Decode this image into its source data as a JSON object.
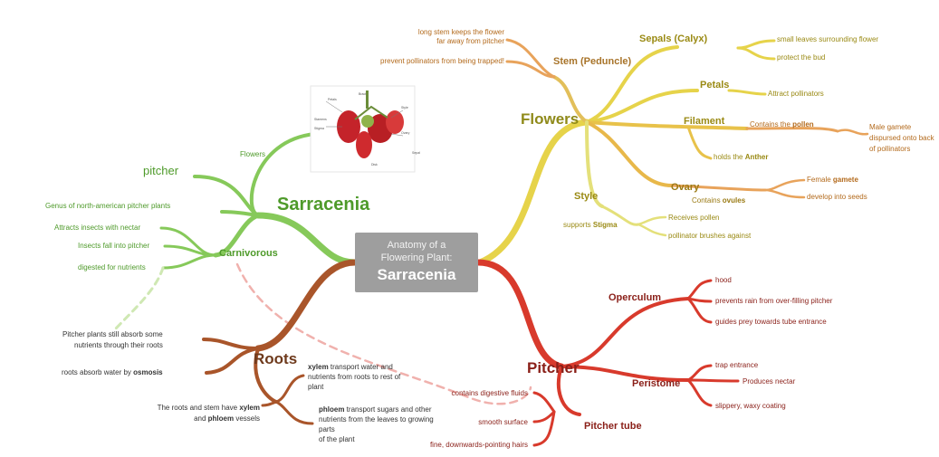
{
  "center": {
    "line1": "Anatomy of a",
    "line2": "Flowering Plant:",
    "title": "Sarracenia"
  },
  "colors": {
    "green": "#86c95a",
    "green_text": "#4e9a2a",
    "light_green": "#c4e08a",
    "yellow": "#e6d34a",
    "yellow_text": "#9a8a14",
    "orange": "#e8a35b",
    "orange_text": "#b36a1c",
    "brown": "#a9552a",
    "brown_text": "#6e3a1c",
    "red": "#d83a2c",
    "red_text": "#8a1f18",
    "pink_dashed": "#f0b1ad",
    "center_box": "#9e9e9e"
  },
  "sarracenia": {
    "title": "Sarracenia",
    "flowers": "Flowers",
    "pitcher": "pitcher",
    "genus": "Genus of north-american pitcher plants",
    "carnivorous": "Carnivorous",
    "carn_items": [
      "Attracts insects with nectar",
      "Insects fall into pitcher",
      "digested for nutrients"
    ]
  },
  "flowers": {
    "title": "Flowers",
    "stem": "Stem (Peduncle)",
    "stem_items": {
      "long1": "long stem keeps the flower",
      "long2": "far away from pitcher",
      "prevent": "prevent pollinators from being trapped!"
    },
    "sepals": "Sepals (Calyx)",
    "sepal_items": [
      "small leaves surrounding flower",
      "protect the bud"
    ],
    "petals": "Petals",
    "petal_item": "Attract pollinators",
    "filament": "Filament",
    "filament_pollen_pre": "Contains the ",
    "filament_pollen_bold": "pollen",
    "male1": "Male gamete",
    "male2": "dispursed onto back",
    "male3": "of pollinators",
    "anther_pre": "holds the ",
    "anther_bold": "Anther",
    "ovary": "Ovary",
    "ovules_pre": "Contains ",
    "ovules_bold": "ovules",
    "female_pre": "Female ",
    "female_bold": "gamete",
    "develop": "develop into seeds",
    "style": "Style",
    "stigma_pre": "supports ",
    "stigma_bold": "Stigma",
    "receives": "Receives pollen",
    "brushes": "pollinator brushes against"
  },
  "roots": {
    "title": "Roots",
    "absorb1": "Pitcher plants still absorb some",
    "absorb2": "nutrients through their roots",
    "osmosis_pre": "roots absorb water by ",
    "osmosis_bold": "osmosis",
    "vessels1_pre": "The roots and stem have ",
    "vessels1_bold": "xylem",
    "vessels2_pre": "and ",
    "vessels2_bold": "phloem",
    "vessels2_post": " vessels",
    "xylem_bold": "xylem",
    "xylem1": " transport water and",
    "xylem2": "nutrients from roots to rest of",
    "xylem3": "plant",
    "phloem_bold": "phloem",
    "phloem1": " transport sugars and other",
    "phloem2": "nutrients from the leaves to growing",
    "phloem3": "parts",
    "phloem4": "of the plant"
  },
  "pitcher": {
    "title": "Pitcher",
    "operculum": "Operculum",
    "operculum_items": [
      "hood",
      "prevents rain from over-filling pitcher",
      "guides prey towards tube entrance"
    ],
    "peristome": "Peristome",
    "peristome_items": [
      "trap entrance",
      "Produces nectar",
      "slippery, waxy coating"
    ],
    "tube": "Pitcher tube",
    "tube_items": [
      "contains digestive fluids",
      "smooth surface",
      "fine, downwards-pointing hairs"
    ]
  },
  "image_labels": [
    "Petals",
    "Bract",
    "Stamens",
    "Stigma",
    "Style",
    "Ovary",
    "Sepal",
    "Disk"
  ]
}
